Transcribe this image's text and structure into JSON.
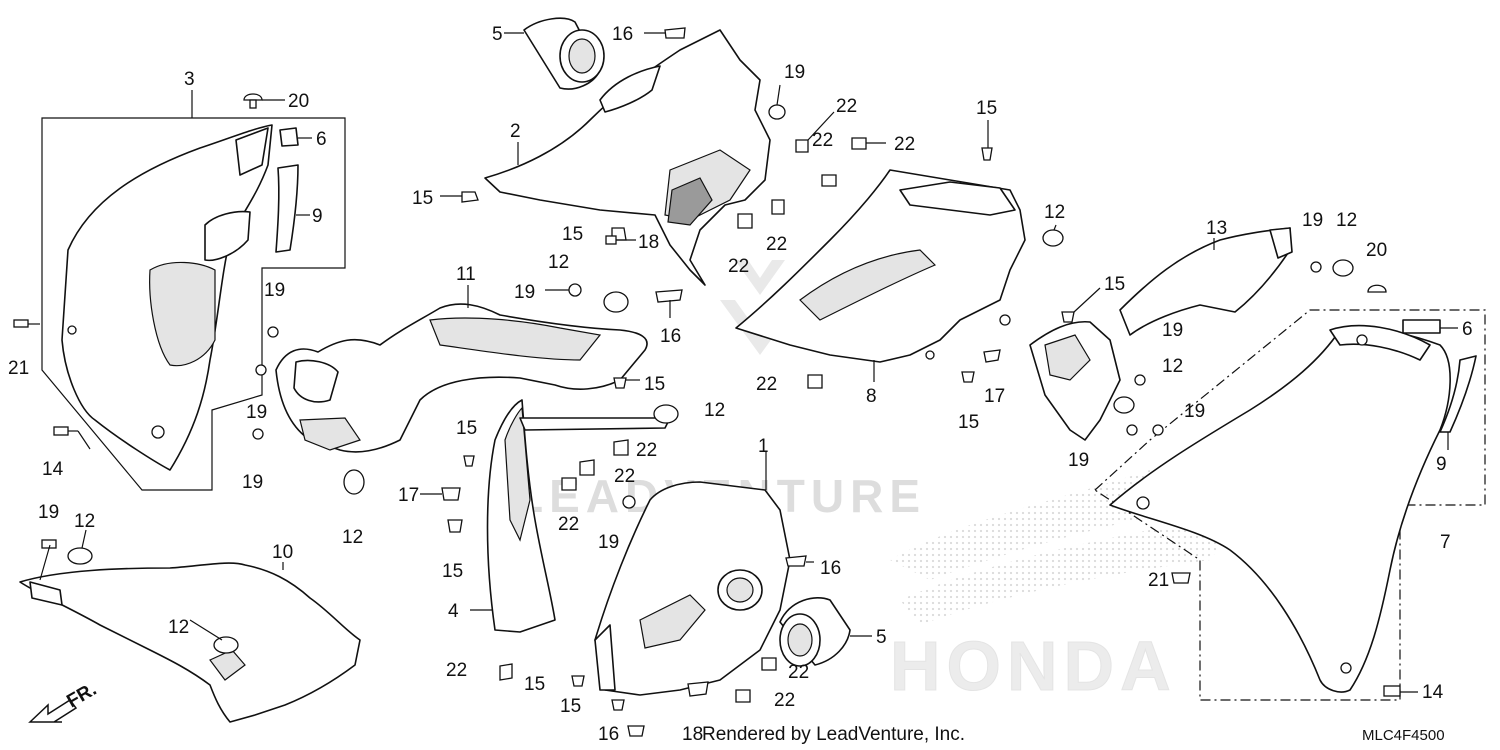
{
  "diagram_code": "MLC4F4500",
  "watermark": {
    "text": "LEADVENTURE",
    "brand": "HONDA"
  },
  "footer": {
    "rendered_by": "Rendered by LeadVenture, Inc.",
    "rendered_prefix": "18"
  },
  "direction_label": "FR.",
  "callouts": [
    "1",
    "2",
    "3",
    "4",
    "5",
    "6",
    "7",
    "8",
    "9",
    "10",
    "11",
    "12",
    "13",
    "14",
    "15",
    "16",
    "17",
    "18",
    "19",
    "20",
    "21",
    "22"
  ],
  "colors": {
    "ink": "#111111",
    "watermark": "#dddddd",
    "background": "#ffffff"
  }
}
